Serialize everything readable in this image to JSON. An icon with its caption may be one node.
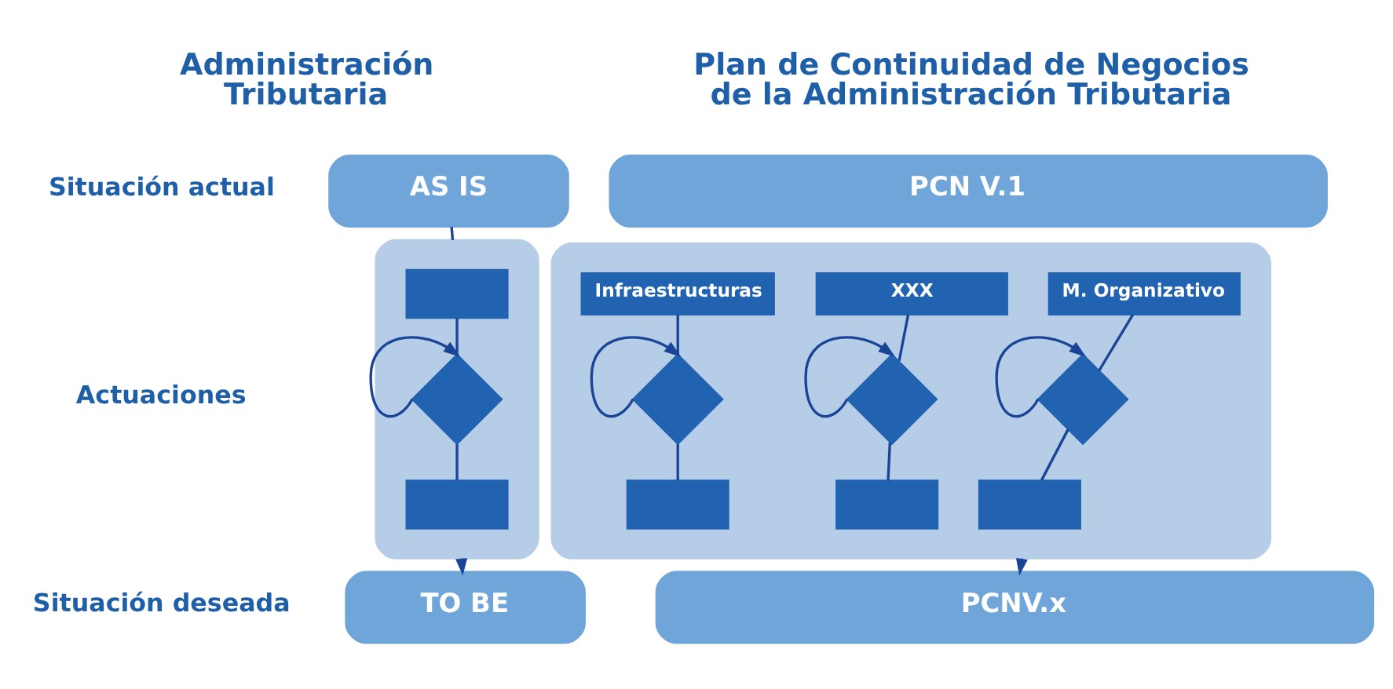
{
  "diagram": {
    "nodes": [
      {
        "text": [
          "AS IS"
        ]
      },
      {
        "text": [
          "PCN V.1"
        ]
      },
      {
        "text": [],
        "shape": "box"
      },
      {
        "text": [],
        "shape": "box",
        "in": 2
      },
      {
        "text": [],
        "shape": "diamond",
        "in": 2
      },
      {
        "text": [],
        "shape": "box",
        "in": 2
      },
      {
        "text": [],
        "shape": "box"
      },
      {
        "text": [
          "Infraestructuras"
        ],
        "in": 6
      },
      {
        "text": [],
        "shape": "diamond",
        "in": 6
      },
      {
        "text": [],
        "shape": "box",
        "in": 6
      },
      {
        "text": [
          "XXX"
        ],
        "in": 6
      },
      {
        "text": [],
        "shape": "diamond",
        "in": 6
      },
      {
        "text": [],
        "shape": "box",
        "in": 6
      },
      {
        "text": [
          "M. Organizativo"
        ],
        "in": 6
      },
      {
        "text": [],
        "shape": "diamond",
        "in": 6
      },
      {
        "text": [],
        "shape": "box",
        "in": 6
      },
      {
        "text": [
          "TO BE"
        ]
      },
      {
        "text": [
          "PCNV.x"
        ]
      }
    ],
    "edges": [
      {
        "from": 0,
        "to": 2,
        "arrow": "none"
      },
      {
        "from": 3,
        "to": 4,
        "arrow": "none"
      },
      {
        "from": 4,
        "to": 4,
        "arrow": "to"
      },
      {
        "from": 4,
        "to": 5,
        "arrow": "none"
      },
      {
        "from": 7,
        "to": 8,
        "arrow": "none"
      },
      {
        "from": 8,
        "to": 8,
        "arrow": "to"
      },
      {
        "from": 8,
        "to": 9,
        "arrow": "none"
      },
      {
        "from": 10,
        "to": 11,
        "arrow": "none"
      },
      {
        "from": 11,
        "to": 11,
        "arrow": "to"
      },
      {
        "from": 11,
        "to": 12,
        "arrow": "none"
      },
      {
        "from": 13,
        "to": 14,
        "arrow": "none"
      },
      {
        "from": 14,
        "to": 14,
        "arrow": "to"
      },
      {
        "from": 14,
        "to": 15,
        "arrow": "none"
      },
      {
        "from": 2,
        "to": 16,
        "arrow": "to"
      },
      {
        "from": 6,
        "to": 17,
        "arrow": "to"
      }
    ],
    "labels": [
      "Administración Tributaria",
      "Plan de Continuidad de Negocios de la Administración Tributaria",
      "Situación actual",
      "Actuaciones",
      "Situación deseada"
    ]
  }
}
